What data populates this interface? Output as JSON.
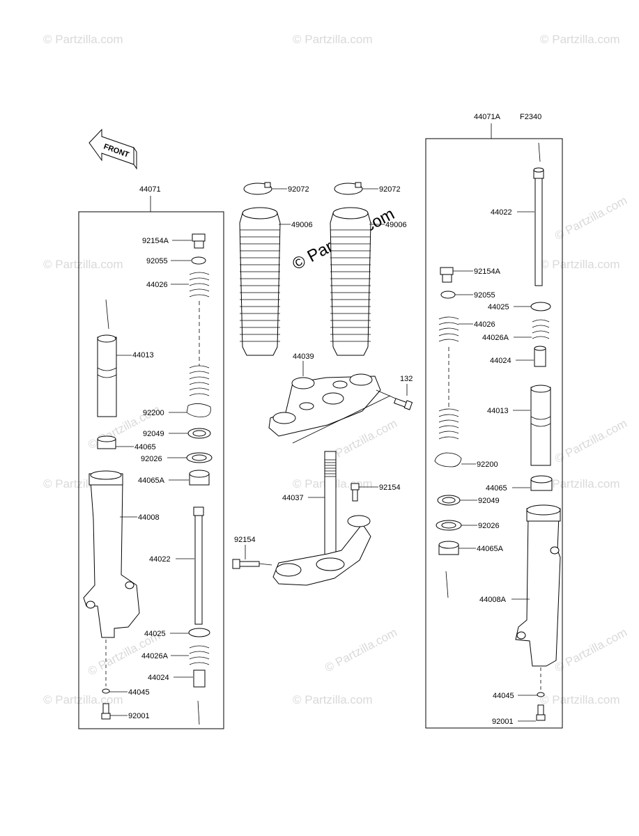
{
  "figure_code": "F2340",
  "front_arrow_text": "FRONT",
  "watermark_text": "© Partzilla.com",
  "left_assembly": {
    "assembly_label": "44071",
    "parts": [
      "92154A",
      "92055",
      "44026",
      "44013",
      "92200",
      "92049",
      "44065",
      "92026",
      "44065A",
      "44008",
      "44022",
      "44025",
      "44026A",
      "44024",
      "44045",
      "92001"
    ]
  },
  "right_assembly": {
    "assembly_label": "44071A",
    "parts": [
      "44022",
      "92154A",
      "92055",
      "44025",
      "44026",
      "44026A",
      "44024",
      "44013",
      "92200",
      "44065",
      "92049",
      "92026",
      "44065A",
      "44008A",
      "44045",
      "92001"
    ]
  },
  "center_parts": [
    "92072",
    "92072",
    "49006",
    "49006",
    "44039",
    "132",
    "44037",
    "92154",
    "92154"
  ]
}
